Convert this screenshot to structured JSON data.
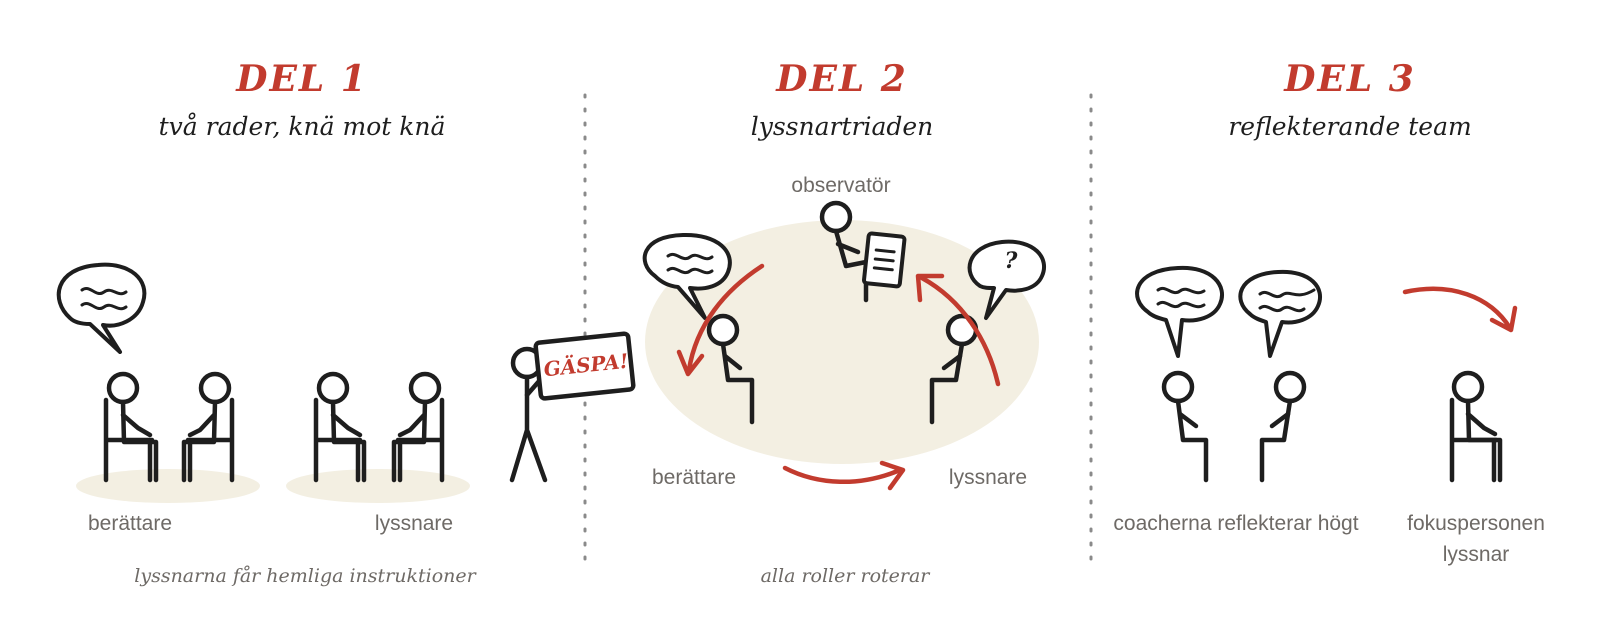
{
  "colors": {
    "accent": "#c23b2e",
    "ink": "#1e1e1e",
    "muted": "#6e6a66",
    "floor": "#f3efe2"
  },
  "parts": [
    {
      "title": "DEL 1",
      "subtitle": "två rader, knä mot knä",
      "roles": [
        "berättare",
        "lyssnare"
      ],
      "note": "lyssnarna får hemliga instruktioner",
      "sign": "GÄSPA!"
    },
    {
      "title": "DEL 2",
      "subtitle": "lyssnartriaden",
      "roles": [
        "observatör",
        "berättare",
        "lyssnare"
      ],
      "note": "alla roller roterar",
      "bubble_symbol": "?"
    },
    {
      "title": "DEL 3",
      "subtitle": "reflekterande team",
      "roles": [
        "coacherna reflekterar högt",
        "fokuspersonen",
        "lyssnar"
      ]
    }
  ]
}
